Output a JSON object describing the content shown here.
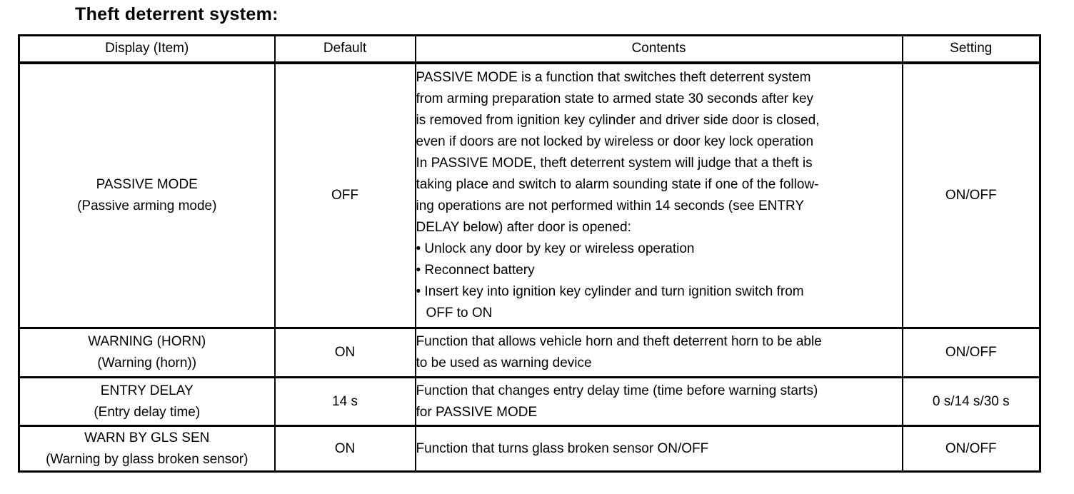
{
  "title": "Theft deterrent system:",
  "table": {
    "headers": [
      "Display (Item)",
      "Default",
      "Contents",
      "Setting"
    ],
    "rows": [
      {
        "item": [
          "PASSIVE MODE",
          "(Passive arming mode)"
        ],
        "default": "OFF",
        "contents_lines": [
          "PASSIVE MODE is a function that switches theft deterrent system",
          "from arming preparation state to armed state 30 seconds after key",
          "is removed from ignition key cylinder and driver side door is closed,",
          "even if doors are not locked by wireless or door key lock operation",
          "In PASSIVE MODE, theft deterrent system will judge that a theft is",
          "taking place and switch to alarm sounding state if one of the follow-",
          "ing operations are not performed within 14 seconds (see ENTRY",
          "DELAY below) after door is opened:",
          "• Unlock any door by key or wireless operation",
          "• Reconnect battery",
          "• Insert key into ignition key cylinder and turn ignition switch from",
          "OFF to ON"
        ],
        "setting": "ON/OFF"
      },
      {
        "item": [
          "WARNING (HORN)",
          "(Warning (horn))"
        ],
        "default": "ON",
        "contents_lines": [
          "Function that allows vehicle horn and theft deterrent horn to be able",
          "to be used as warning device"
        ],
        "setting": "ON/OFF"
      },
      {
        "item": [
          "ENTRY DELAY",
          "(Entry delay time)"
        ],
        "default": "14 s",
        "contents_lines": [
          "Function that changes entry delay time (time before warning starts)",
          "for PASSIVE MODE"
        ],
        "setting": "0 s/14 s/30 s"
      },
      {
        "item": [
          "WARN BY GLS SEN",
          "(Warning by glass broken sensor)"
        ],
        "default": "ON",
        "contents_lines": [
          "Function that turns glass broken sensor ON/OFF"
        ],
        "setting": "ON/OFF"
      }
    ]
  }
}
